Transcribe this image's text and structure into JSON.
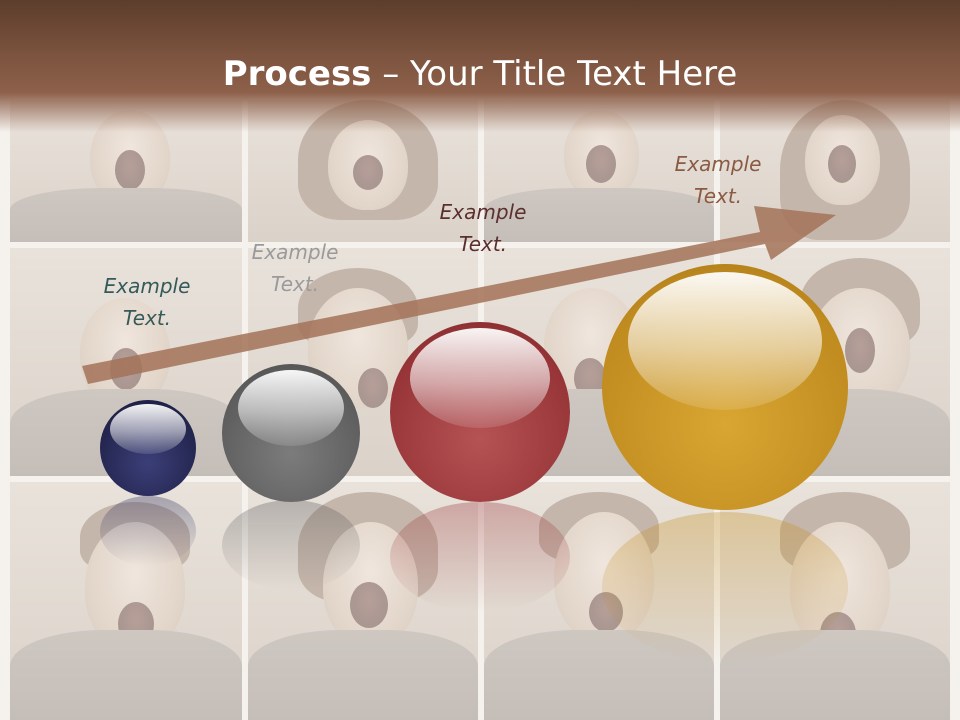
{
  "title": {
    "bold": "Process",
    "rest": " – Your Title Text Here"
  },
  "labels": [
    {
      "line1": "Example",
      "line2": "Text."
    },
    {
      "line1": "Example",
      "line2": "Text."
    },
    {
      "line1": "Example",
      "line2": "Text."
    },
    {
      "line1": "Example",
      "line2": "Text."
    }
  ],
  "colors": {
    "header": "#7e5540",
    "arrow": "#a37258",
    "sphere_navy": "#2a2d5c",
    "sphere_gray": "#6f6f6f",
    "sphere_red": "#9b3a3c",
    "sphere_gold": "#c49022"
  }
}
